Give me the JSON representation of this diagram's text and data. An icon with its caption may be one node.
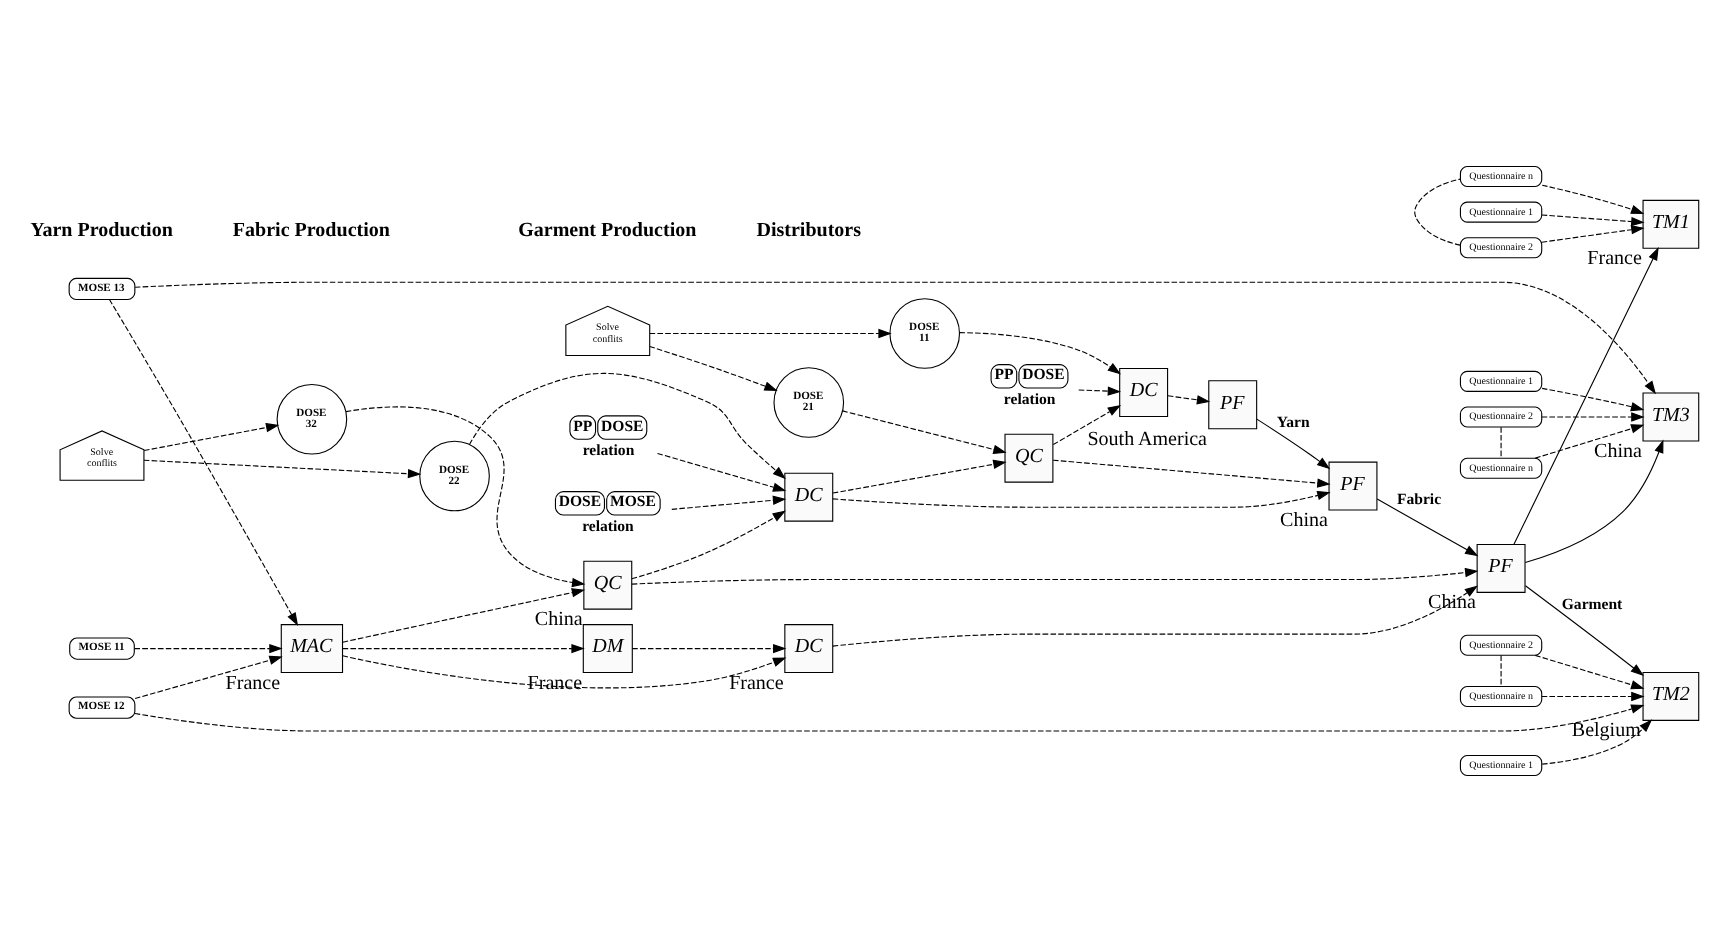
{
  "diagram": {
    "nodes": [
      {
        "text": [
          "DOSE 11"
        ]
      },
      {
        "text": [
          "DOSE 21"
        ]
      },
      {
        "text": [
          "DOSE 22"
        ]
      },
      {
        "text": [
          "DOSE 32"
        ]
      },
      {
        "text": [
          "DC"
        ],
        "beside": [
          "France"
        ]
      },
      {
        "text": [
          "DM"
        ],
        "beside": [
          "France"
        ]
      },
      {
        "text": [
          "PP",
          "DOSE",
          "relation"
        ]
      },
      {
        "text": [
          "PP",
          "DOSE",
          "relation"
        ]
      },
      {
        "text": [
          "DOSE",
          "MOSE",
          "relation"
        ]
      },
      {
        "text": [
          "DC"
        ]
      },
      {
        "text": [
          "QC"
        ]
      },
      {
        "text": [
          "DC"
        ]
      },
      {
        "text": [
          "QC"
        ],
        "beside": [
          "China"
        ]
      },
      {
        "text": [
          "MAC"
        ],
        "beside": [
          "France"
        ]
      },
      {
        "text": [
          "MOSE 11"
        ]
      },
      {
        "text": [
          "TM1"
        ],
        "beside": [
          "France"
        ]
      },
      {
        "text": [
          "Questionnaire 1"
        ]
      },
      {
        "text": [
          "Questionnaire 2"
        ]
      },
      {
        "text": [
          "Questionnaire n"
        ]
      },
      {
        "text": [
          "Solve conflits"
        ]
      },
      {
        "text": [
          "Solve conflits"
        ]
      },
      {
        "text": [
          "PF"
        ],
        "beside": [
          "South America"
        ]
      },
      {
        "text": [
          "PF"
        ],
        "beside": [
          "China"
        ]
      },
      {
        "text": [
          "PF"
        ],
        "beside": [
          "China"
        ]
      },
      {
        "text": [
          "MOSE 12"
        ]
      },
      {
        "text": [
          "TM2"
        ],
        "beside": [
          "Belgium"
        ]
      },
      {
        "text": [
          "Questionnaire 1"
        ]
      },
      {
        "text": [
          "Questionnaire 2"
        ]
      },
      {
        "text": [
          "Questionnaire n"
        ]
      },
      {
        "text": [
          "MOSE 13"
        ]
      },
      {
        "text": [
          "TM3"
        ],
        "beside": [
          "China"
        ]
      },
      {
        "text": [
          "Questionnaire 1"
        ]
      },
      {
        "text": [
          "Questionnaire 2"
        ]
      },
      {
        "text": [
          "Questionnaire n"
        ]
      }
    ],
    "edges": [
      {
        "from": 0,
        "to": 9,
        "arrow": "to",
        "style": "dashed"
      },
      {
        "from": 6,
        "to": 9,
        "arrow": "to",
        "style": "dashed"
      },
      {
        "from": 19,
        "to": 0,
        "arrow": "to",
        "style": "dashed"
      },
      {
        "from": 19,
        "to": 1,
        "arrow": "to",
        "style": "dashed"
      },
      {
        "from": 1,
        "to": 10,
        "arrow": "to",
        "style": "dashed"
      },
      {
        "from": 10,
        "to": 9,
        "arrow": "to",
        "style": "dashed"
      },
      {
        "from": 11,
        "to": 10,
        "arrow": "to",
        "style": "dashed"
      },
      {
        "from": 7,
        "to": 11,
        "arrow": "to",
        "style": "dashed"
      },
      {
        "from": 8,
        "to": 11,
        "arrow": "to",
        "style": "dashed"
      },
      {
        "from": 2,
        "to": 11,
        "arrow": "to",
        "style": "dashed"
      },
      {
        "from": 20,
        "to": 2,
        "arrow": "to",
        "style": "dashed"
      },
      {
        "from": 20,
        "to": 3,
        "arrow": "to",
        "style": "dashed"
      },
      {
        "from": 3,
        "to": 12,
        "arrow": "to",
        "style": "dashed"
      },
      {
        "from": 12,
        "to": 11,
        "arrow": "to",
        "style": "dashed"
      },
      {
        "from": 13,
        "to": 12,
        "arrow": "to",
        "style": "dashed"
      },
      {
        "from": 14,
        "to": 13,
        "arrow": "to",
        "style": "dashed"
      },
      {
        "from": 5,
        "to": 4,
        "arrow": "to",
        "style": "dashed"
      },
      {
        "from": 13,
        "to": 4,
        "arrow": "to",
        "style": "dashed"
      },
      {
        "from": 13,
        "to": 5,
        "arrow": "to",
        "style": "dashed"
      },
      {
        "from": 9,
        "to": 21,
        "arrow": "to",
        "style": "dashed"
      },
      {
        "from": 10,
        "to": 22,
        "arrow": "to",
        "style": "dashed"
      },
      {
        "from": 11,
        "to": 22,
        "arrow": "to",
        "style": "dashed"
      },
      {
        "from": 12,
        "to": 23,
        "arrow": "to",
        "style": "dashed"
      },
      {
        "from": 4,
        "to": 23,
        "arrow": "to",
        "style": "dashed"
      },
      {
        "from": 21,
        "to": 22,
        "arrow": "to",
        "label": "Yarn"
      },
      {
        "from": 22,
        "to": 23,
        "arrow": "to",
        "label": "Fabric"
      },
      {
        "from": 23,
        "to": 15,
        "arrow": "to"
      },
      {
        "from": 23,
        "to": 25,
        "arrow": "to",
        "label": "Garment"
      },
      {
        "from": 23,
        "to": 30,
        "arrow": "to"
      },
      {
        "from": 24,
        "to": 13,
        "arrow": "to",
        "style": "dashed"
      },
      {
        "from": 24,
        "to": 25,
        "arrow": "to",
        "style": "dashed"
      },
      {
        "from": 29,
        "to": 13,
        "arrow": "to",
        "style": "dashed"
      },
      {
        "from": 29,
        "to": 30,
        "arrow": "to",
        "style": "dashed"
      },
      {
        "from": 16,
        "to": 15,
        "arrow": "to",
        "style": "dashed"
      },
      {
        "from": 17,
        "to": 15,
        "arrow": "to",
        "style": "dashed"
      },
      {
        "from": 18,
        "to": 15,
        "arrow": "to",
        "style": "dashed"
      },
      {
        "from": 17,
        "to": 18,
        "arrow": "none",
        "style": "dashed"
      },
      {
        "from": 26,
        "to": 25,
        "arrow": "to",
        "style": "dashed"
      },
      {
        "from": 27,
        "to": 25,
        "arrow": "to",
        "style": "dashed"
      },
      {
        "from": 28,
        "to": 25,
        "arrow": "to",
        "style": "dashed"
      },
      {
        "from": 27,
        "to": 28,
        "arrow": "none",
        "style": "dashed"
      },
      {
        "from": 31,
        "to": 30,
        "arrow": "to",
        "style": "dashed"
      },
      {
        "from": 32,
        "to": 30,
        "arrow": "to",
        "style": "dashed"
      },
      {
        "from": 33,
        "to": 30,
        "arrow": "to",
        "style": "dashed"
      },
      {
        "from": 32,
        "to": 33,
        "arrow": "none",
        "style": "dashed"
      }
    ],
    "labels": [
      "Yarn Production",
      "Fabric Production",
      "Garment Production",
      "Distributors"
    ]
  }
}
